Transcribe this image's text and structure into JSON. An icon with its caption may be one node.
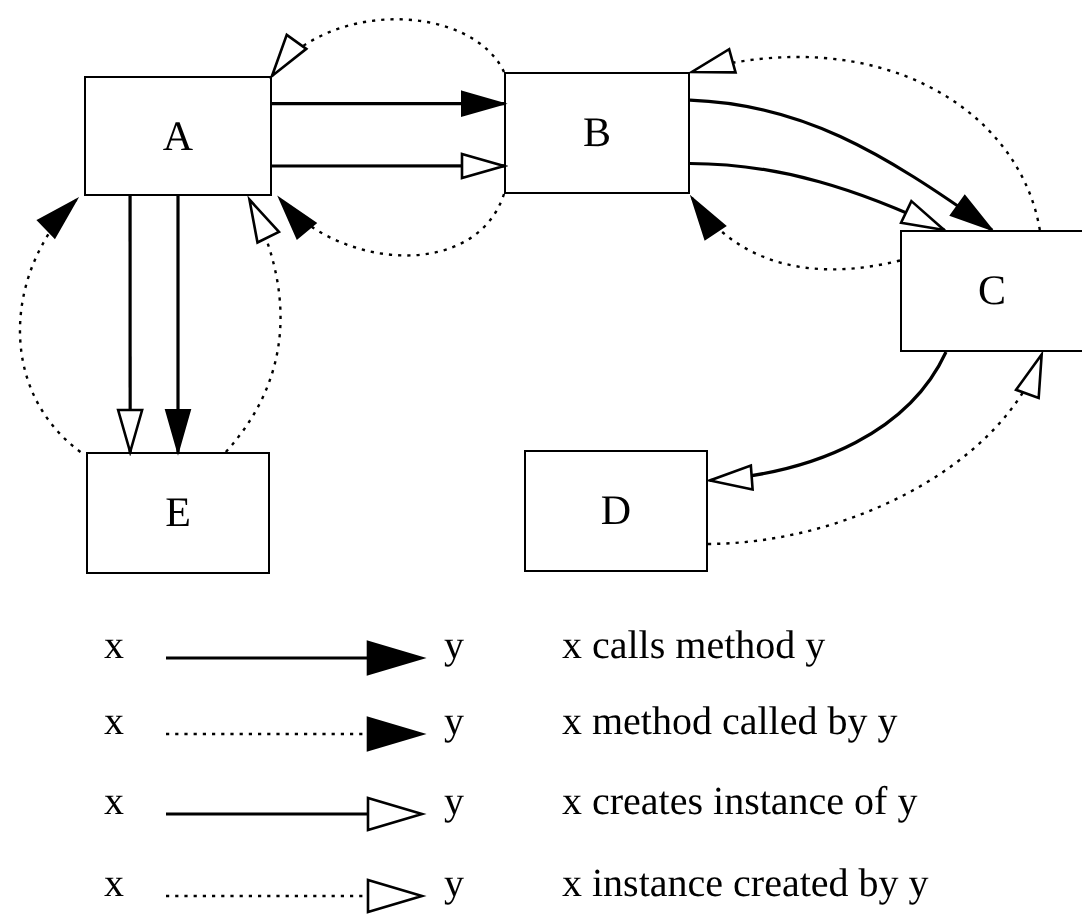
{
  "diagram": {
    "nodes": [
      {
        "text": [
          "A"
        ]
      },
      {
        "text": [
          "B"
        ]
      },
      {
        "text": [
          "C"
        ]
      },
      {
        "text": [
          "D"
        ]
      },
      {
        "text": [
          "E"
        ]
      }
    ],
    "edges": [
      {
        "from": 0,
        "to": 1,
        "arrow": "to"
      },
      {
        "from": 0,
        "to": 1,
        "arrow": "to"
      },
      {
        "from": 1,
        "to": 0,
        "arrow": "to",
        "style": "dashed"
      },
      {
        "from": 1,
        "to": 0,
        "arrow": "to",
        "style": "dashed"
      },
      {
        "from": 0,
        "to": 4,
        "arrow": "to"
      },
      {
        "from": 0,
        "to": 4,
        "arrow": "to"
      },
      {
        "from": 4,
        "to": 0,
        "arrow": "to",
        "style": "dashed"
      },
      {
        "from": 4,
        "to": 0,
        "arrow": "to",
        "style": "dashed"
      },
      {
        "from": 1,
        "to": 2,
        "arrow": "to"
      },
      {
        "from": 1,
        "to": 2,
        "arrow": "to"
      },
      {
        "from": 2,
        "to": 1,
        "arrow": "to",
        "style": "dashed"
      },
      {
        "from": 2,
        "to": 1,
        "arrow": "to",
        "style": "dashed"
      },
      {
        "from": 2,
        "to": 3,
        "arrow": "to"
      },
      {
        "from": 3,
        "to": 2,
        "arrow": "to",
        "style": "dashed"
      }
    ],
    "labels": [
      "x",
      "y",
      "x",
      "y",
      "x",
      "y",
      "x",
      "y"
    ],
    "legend": [
      {
        "text": "x calls method y"
      },
      {
        "text": "x method called by y"
      },
      {
        "text": "x creates instance of y"
      },
      {
        "text": "x instance created by y"
      }
    ]
  }
}
